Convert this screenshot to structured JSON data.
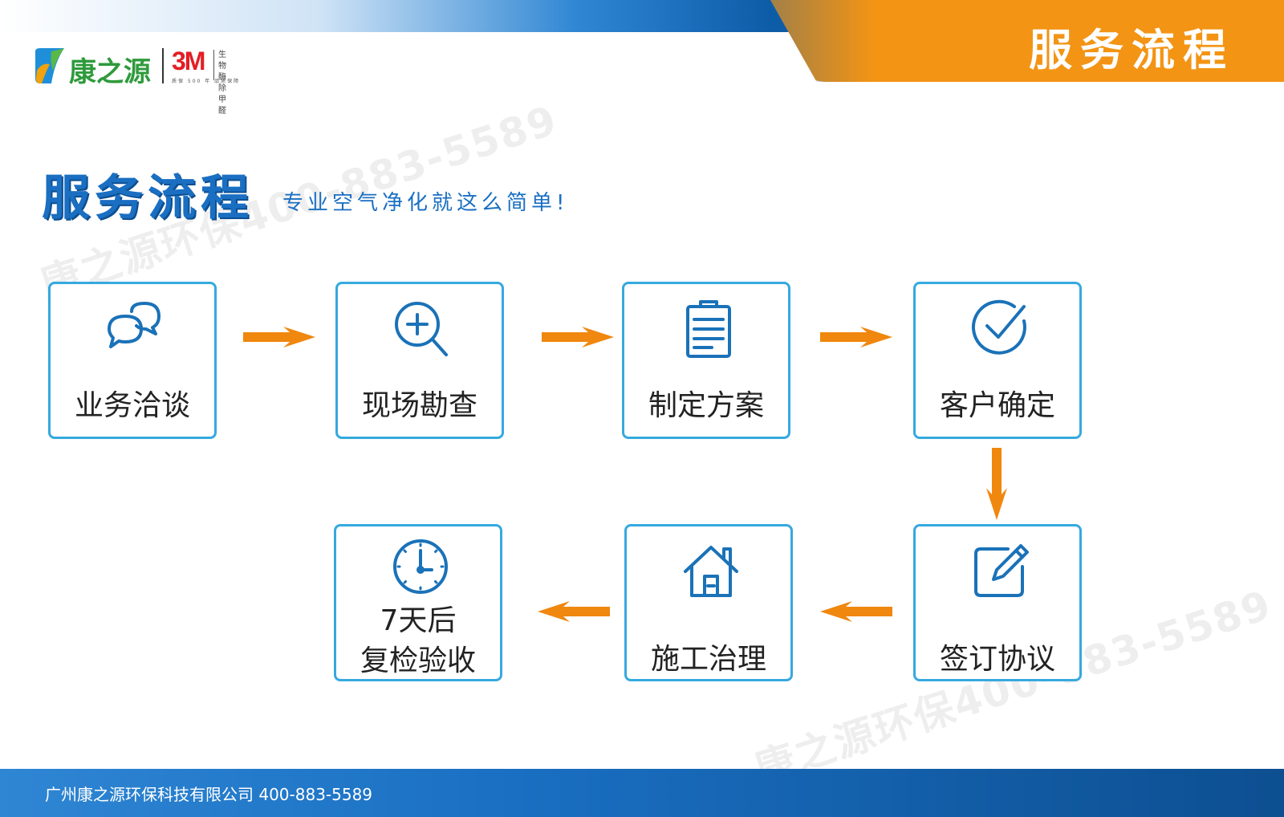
{
  "header": {
    "title": "服务流程"
  },
  "logo": {
    "brand_name": "康之源",
    "partner": "3M",
    "partner_line1": "生物酶",
    "partner_line2": "除甲醛",
    "partner_tagline": "质保 500 年   品质保障"
  },
  "watermark": {
    "text_left": "康之源环保400-883-5589",
    "text_right": "康之源环保400-883-5589"
  },
  "section": {
    "title": "服务流程",
    "subtitle": "专业空气净化就这么简单!"
  },
  "steps": [
    {
      "label": "业务洽谈",
      "icon": "chat-bubbles-icon"
    },
    {
      "label": "现场勘查",
      "icon": "zoom-in-icon"
    },
    {
      "label": "制定方案",
      "icon": "clipboard-icon"
    },
    {
      "label": "客户确定",
      "icon": "check-circle-icon"
    },
    {
      "label": "签订协议",
      "icon": "edit-icon"
    },
    {
      "label": "施工治理",
      "icon": "house-icon"
    },
    {
      "label_line1": "7天后",
      "label_line2": "复检验收",
      "icon": "clock-icon"
    }
  ],
  "footer": {
    "text": "广州康之源环保科技有限公司 400-883-5589"
  },
  "colors": {
    "primary_blue": "#1a6fc2",
    "box_border": "#35a9df",
    "arrow_orange": "#f0870e",
    "header_orange": "#f39414"
  }
}
